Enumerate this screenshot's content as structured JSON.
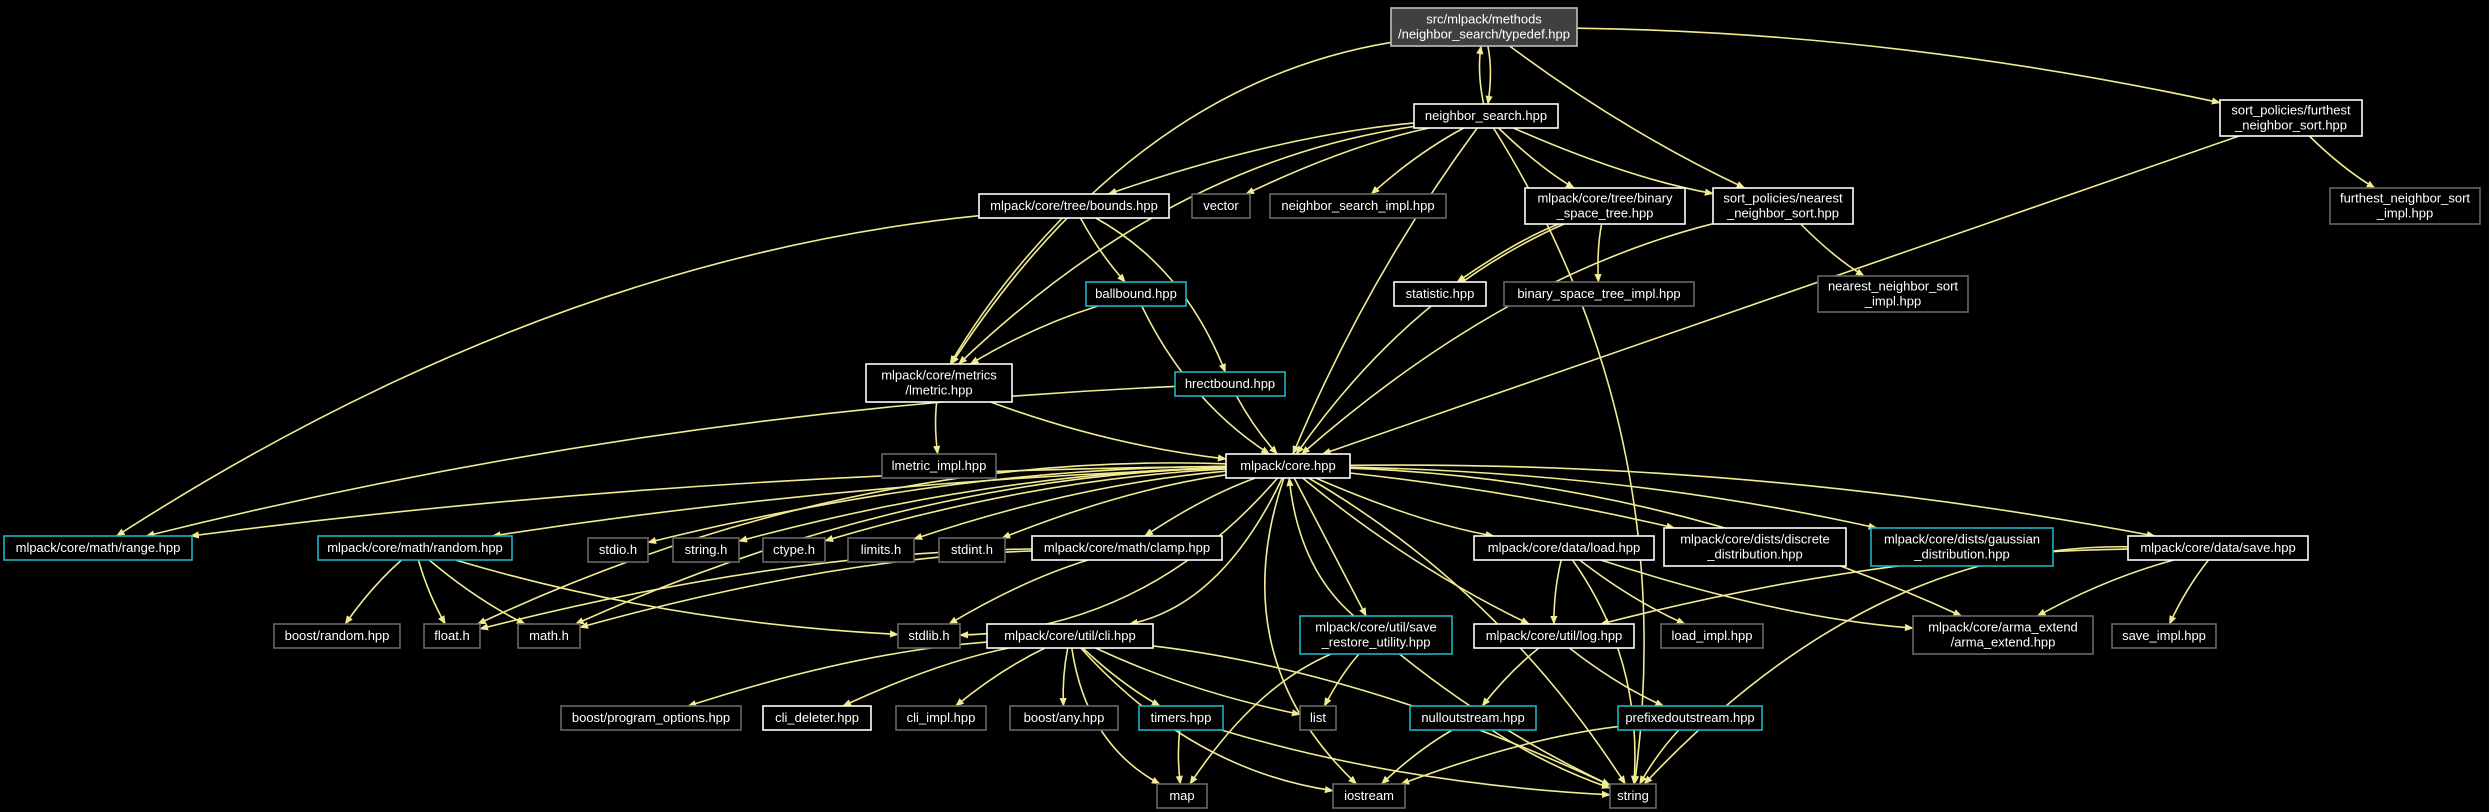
{
  "graph": {
    "nodes": [
      {
        "id": "root",
        "lines": [
          "src/mlpack/methods",
          "/neighbor_search/typedef.hpp"
        ],
        "style": "root"
      },
      {
        "id": "nsh",
        "lines": [
          "neighbor_search.hpp"
        ],
        "style": "white"
      },
      {
        "id": "fns",
        "lines": [
          "sort_policies/furthest",
          "_neighbor_sort.hpp"
        ],
        "style": "white"
      },
      {
        "id": "fnsi",
        "lines": [
          "furthest_neighbor_sort",
          "_impl.hpp"
        ],
        "style": "gray"
      },
      {
        "id": "bounds",
        "lines": [
          "mlpack/core/tree/bounds.hpp"
        ],
        "style": "white"
      },
      {
        "id": "vector",
        "lines": [
          "vector"
        ],
        "style": "gray"
      },
      {
        "id": "nsimpl",
        "lines": [
          "neighbor_search_impl.hpp"
        ],
        "style": "gray"
      },
      {
        "id": "bst",
        "lines": [
          "mlpack/core/tree/binary",
          "_space_tree.hpp"
        ],
        "style": "white"
      },
      {
        "id": "nns",
        "lines": [
          "sort_policies/nearest",
          "_neighbor_sort.hpp"
        ],
        "style": "white"
      },
      {
        "id": "ballbound",
        "lines": [
          "ballbound.hpp"
        ],
        "style": "cyan"
      },
      {
        "id": "statistic",
        "lines": [
          "statistic.hpp"
        ],
        "style": "white"
      },
      {
        "id": "bstimpl",
        "lines": [
          "binary_space_tree_impl.hpp"
        ],
        "style": "gray"
      },
      {
        "id": "nnsi",
        "lines": [
          "nearest_neighbor_sort",
          "_impl.hpp"
        ],
        "style": "gray"
      },
      {
        "id": "lmetric",
        "lines": [
          "mlpack/core/metrics",
          "/lmetric.hpp"
        ],
        "style": "white"
      },
      {
        "id": "hrect",
        "lines": [
          "hrectbound.hpp"
        ],
        "style": "cyan"
      },
      {
        "id": "lmetrici",
        "lines": [
          "lmetric_impl.hpp"
        ],
        "style": "gray"
      },
      {
        "id": "core",
        "lines": [
          "mlpack/core.hpp"
        ],
        "style": "white"
      },
      {
        "id": "range",
        "lines": [
          "mlpack/core/math/range.hpp"
        ],
        "style": "cyan"
      },
      {
        "id": "random",
        "lines": [
          "mlpack/core/math/random.hpp"
        ],
        "style": "cyan"
      },
      {
        "id": "stdioh",
        "lines": [
          "stdio.h"
        ],
        "style": "gray"
      },
      {
        "id": "stringh",
        "lines": [
          "string.h"
        ],
        "style": "gray"
      },
      {
        "id": "ctypeh",
        "lines": [
          "ctype.h"
        ],
        "style": "gray"
      },
      {
        "id": "limitsh",
        "lines": [
          "limits.h"
        ],
        "style": "gray"
      },
      {
        "id": "stdinth",
        "lines": [
          "stdint.h"
        ],
        "style": "gray"
      },
      {
        "id": "clamp",
        "lines": [
          "mlpack/core/math/clamp.hpp"
        ],
        "style": "white"
      },
      {
        "id": "load",
        "lines": [
          "mlpack/core/data/load.hpp"
        ],
        "style": "white"
      },
      {
        "id": "discrete",
        "lines": [
          "mlpack/core/dists/discrete",
          "_distribution.hpp"
        ],
        "style": "white"
      },
      {
        "id": "gaussian",
        "lines": [
          "mlpack/core/dists/gaussian",
          "_distribution.hpp"
        ],
        "style": "cyan"
      },
      {
        "id": "save",
        "lines": [
          "mlpack/core/data/save.hpp"
        ],
        "style": "white"
      },
      {
        "id": "boostrandom",
        "lines": [
          "boost/random.hpp"
        ],
        "style": "gray"
      },
      {
        "id": "floath",
        "lines": [
          "float.h"
        ],
        "style": "gray"
      },
      {
        "id": "mathh",
        "lines": [
          "math.h"
        ],
        "style": "gray"
      },
      {
        "id": "stdlibh",
        "lines": [
          "stdlib.h"
        ],
        "style": "gray"
      },
      {
        "id": "cli",
        "lines": [
          "mlpack/core/util/cli.hpp"
        ],
        "style": "white"
      },
      {
        "id": "sru",
        "lines": [
          "mlpack/core/util/save",
          "_restore_utility.hpp"
        ],
        "style": "cyan"
      },
      {
        "id": "log",
        "lines": [
          "mlpack/core/util/log.hpp"
        ],
        "style": "white"
      },
      {
        "id": "loadimpl",
        "lines": [
          "load_impl.hpp"
        ],
        "style": "gray"
      },
      {
        "id": "armaext",
        "lines": [
          "mlpack/core/arma_extend",
          "/arma_extend.hpp"
        ],
        "style": "gray"
      },
      {
        "id": "saveimpl",
        "lines": [
          "save_impl.hpp"
        ],
        "style": "gray"
      },
      {
        "id": "po",
        "lines": [
          "boost/program_options.hpp"
        ],
        "style": "gray"
      },
      {
        "id": "clidel",
        "lines": [
          "cli_deleter.hpp"
        ],
        "style": "white"
      },
      {
        "id": "cliimpl",
        "lines": [
          "cli_impl.hpp"
        ],
        "style": "gray"
      },
      {
        "id": "boostany",
        "lines": [
          "boost/any.hpp"
        ],
        "style": "gray"
      },
      {
        "id": "timers",
        "lines": [
          "timers.hpp"
        ],
        "style": "cyan"
      },
      {
        "id": "list",
        "lines": [
          "list"
        ],
        "style": "gray"
      },
      {
        "id": "nullout",
        "lines": [
          "nulloutstream.hpp"
        ],
        "style": "cyan"
      },
      {
        "id": "prefixed",
        "lines": [
          "prefixedoutstream.hpp"
        ],
        "style": "cyan"
      },
      {
        "id": "map",
        "lines": [
          "map"
        ],
        "style": "gray"
      },
      {
        "id": "iostream",
        "lines": [
          "iostream"
        ],
        "style": "gray"
      },
      {
        "id": "string",
        "lines": [
          "string"
        ],
        "style": "gray"
      }
    ],
    "edges": [
      [
        "root",
        "nsh"
      ],
      [
        "nsh",
        "root"
      ],
      [
        "root",
        "fns"
      ],
      [
        "root",
        "nns"
      ],
      [
        "root",
        "lmetric"
      ],
      [
        "fns",
        "fnsi"
      ],
      [
        "fns",
        "core"
      ],
      [
        "nsh",
        "bounds"
      ],
      [
        "nsh",
        "vector"
      ],
      [
        "nsh",
        "nsimpl"
      ],
      [
        "nsh",
        "bst"
      ],
      [
        "nsh",
        "nns"
      ],
      [
        "nsh",
        "core"
      ],
      [
        "nsh",
        "lmetric"
      ],
      [
        "nsh",
        "string"
      ],
      [
        "bounds",
        "ballbound"
      ],
      [
        "bounds",
        "hrect"
      ],
      [
        "bounds",
        "lmetric"
      ],
      [
        "bounds",
        "range"
      ],
      [
        "ballbound",
        "lmetric"
      ],
      [
        "ballbound",
        "core"
      ],
      [
        "hrect",
        "core"
      ],
      [
        "hrect",
        "range"
      ],
      [
        "bst",
        "statistic"
      ],
      [
        "bst",
        "bstimpl"
      ],
      [
        "bst",
        "core"
      ],
      [
        "nns",
        "nnsi"
      ],
      [
        "nns",
        "core"
      ],
      [
        "lmetric",
        "lmetrici"
      ],
      [
        "lmetric",
        "core"
      ],
      [
        "core",
        "range"
      ],
      [
        "core",
        "random"
      ],
      [
        "core",
        "stdioh"
      ],
      [
        "core",
        "stringh"
      ],
      [
        "core",
        "ctypeh"
      ],
      [
        "core",
        "limitsh"
      ],
      [
        "core",
        "stdinth"
      ],
      [
        "core",
        "clamp"
      ],
      [
        "core",
        "load"
      ],
      [
        "core",
        "discrete"
      ],
      [
        "core",
        "gaussian"
      ],
      [
        "core",
        "save"
      ],
      [
        "core",
        "floath"
      ],
      [
        "core",
        "mathh"
      ],
      [
        "core",
        "stdlibh"
      ],
      [
        "core",
        "cli"
      ],
      [
        "core",
        "sru"
      ],
      [
        "core",
        "log"
      ],
      [
        "core",
        "armaext"
      ],
      [
        "core",
        "iostream"
      ],
      [
        "core",
        "string"
      ],
      [
        "sru",
        "core"
      ],
      [
        "random",
        "boostrandom"
      ],
      [
        "random",
        "floath"
      ],
      [
        "random",
        "mathh"
      ],
      [
        "random",
        "stdlibh"
      ],
      [
        "clamp",
        "floath"
      ],
      [
        "clamp",
        "mathh"
      ],
      [
        "clamp",
        "stdlibh"
      ],
      [
        "load",
        "log"
      ],
      [
        "load",
        "loadimpl"
      ],
      [
        "load",
        "armaext"
      ],
      [
        "load",
        "string"
      ],
      [
        "save",
        "log"
      ],
      [
        "save",
        "saveimpl"
      ],
      [
        "save",
        "armaext"
      ],
      [
        "save",
        "string"
      ],
      [
        "cli",
        "po"
      ],
      [
        "cli",
        "clidel"
      ],
      [
        "cli",
        "cliimpl"
      ],
      [
        "cli",
        "boostany"
      ],
      [
        "cli",
        "timers"
      ],
      [
        "cli",
        "list"
      ],
      [
        "cli",
        "map"
      ],
      [
        "cli",
        "iostream"
      ],
      [
        "cli",
        "string"
      ],
      [
        "sru",
        "list"
      ],
      [
        "sru",
        "map"
      ],
      [
        "sru",
        "string"
      ],
      [
        "log",
        "nullout"
      ],
      [
        "log",
        "prefixed"
      ],
      [
        "timers",
        "map"
      ],
      [
        "timers",
        "string"
      ],
      [
        "nullout",
        "iostream"
      ],
      [
        "nullout",
        "string"
      ],
      [
        "prefixed",
        "iostream"
      ],
      [
        "prefixed",
        "string"
      ]
    ]
  }
}
